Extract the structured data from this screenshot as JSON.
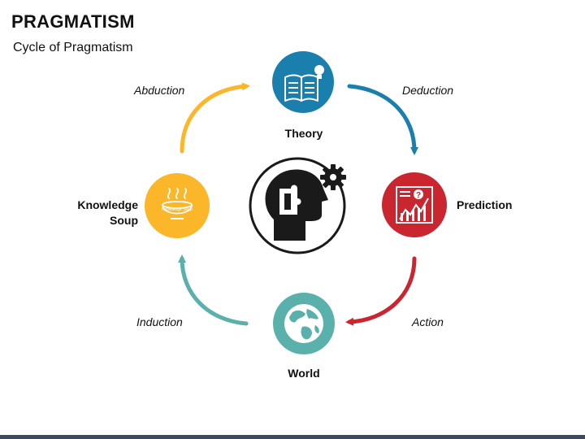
{
  "header": {
    "title": "PRAGMATISM",
    "subtitle": "Cycle of Pragmatism"
  },
  "nodes": [
    {
      "id": "theory",
      "label": "Theory",
      "icon": "book-lightbulb-icon",
      "color": "#1b7fae"
    },
    {
      "id": "prediction",
      "label": "Prediction",
      "icon": "chart-question-icon",
      "color": "#c9262f"
    },
    {
      "id": "world",
      "label": "World",
      "icon": "globe-icon",
      "color": "#5ab0aa"
    },
    {
      "id": "knowledge",
      "label_line1": "Knowledge",
      "label_line2": "Soup",
      "icon": "soup-bowl-icon",
      "icon_text": "Knowledge Soup",
      "color": "#fbb62a"
    }
  ],
  "edges": [
    {
      "from": "theory",
      "to": "prediction",
      "label": "Deduction",
      "color": "#1b7fae"
    },
    {
      "from": "prediction",
      "to": "world",
      "label": "Action",
      "color": "#c9262f"
    },
    {
      "from": "world",
      "to": "knowledge",
      "label": "Induction",
      "color": "#5ab0aa"
    },
    {
      "from": "knowledge",
      "to": "theory",
      "label": "Abduction",
      "color": "#fbb62a"
    }
  ],
  "center": {
    "icon": "head-puzzle-gear-icon",
    "color": "#1a1a1a"
  },
  "footer": {
    "bar_color": "#3d4a5c"
  }
}
